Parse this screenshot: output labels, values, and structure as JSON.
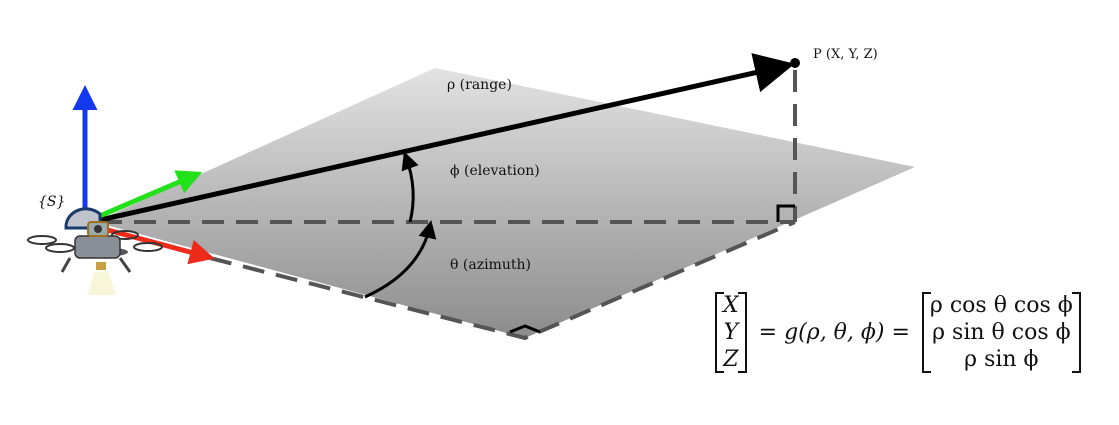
{
  "labels": {
    "frame": "{S}",
    "point": "P (X, Y, Z)",
    "range": "ρ (range)",
    "elevation": "ϕ (elevation)",
    "azimuth": "θ (azimuth)"
  },
  "equation": {
    "lhs": [
      "X",
      "Y",
      "Z"
    ],
    "middle": "= g(ρ, θ, ϕ) =",
    "rhs": [
      "ρ cos θ cos ϕ",
      "ρ sin θ cos ϕ",
      "ρ sin ϕ"
    ]
  },
  "colors": {
    "x_axis": "#ee2a1a",
    "y_axis": "#22e01a",
    "z_axis": "#1238f0",
    "plane_top": "#e2e2e2",
    "plane_bottom": "#8e8e8e"
  }
}
